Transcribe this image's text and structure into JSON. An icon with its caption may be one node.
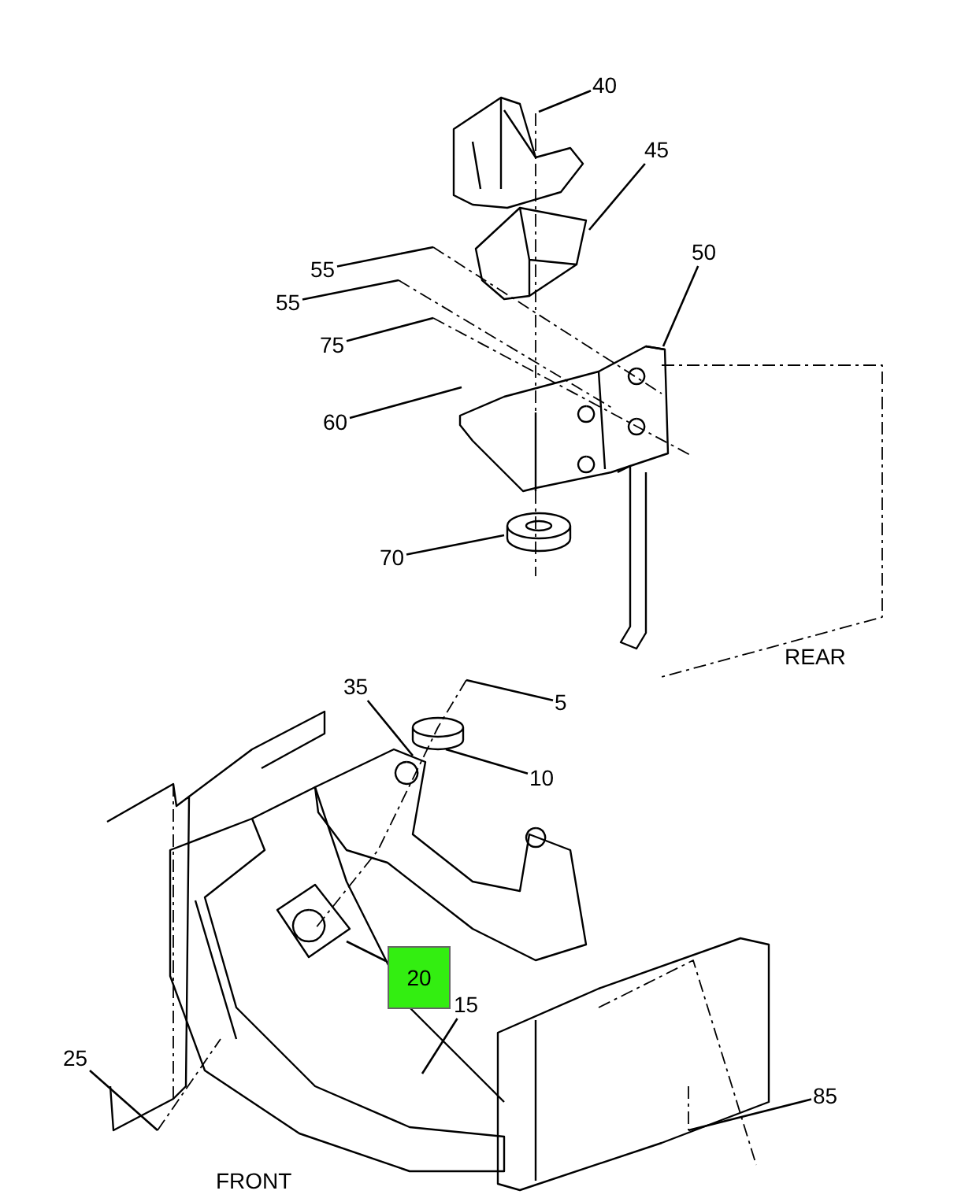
{
  "diagram": {
    "nodes": [
      {
        "text": [
          "40"
        ]
      },
      {
        "text": [
          "45"
        ]
      },
      {
        "text": [
          "55"
        ]
      },
      {
        "text": [
          "55"
        ]
      },
      {
        "text": [
          "50"
        ]
      },
      {
        "text": [
          "75"
        ]
      },
      {
        "text": [
          "60"
        ]
      },
      {
        "text": [
          "70"
        ]
      },
      {
        "text": [
          "35"
        ]
      },
      {
        "text": [
          "5"
        ]
      },
      {
        "text": [
          "10"
        ]
      },
      {
        "text": [
          "20"
        ]
      },
      {
        "text": [
          "15"
        ]
      },
      {
        "text": [
          "25"
        ]
      },
      {
        "text": [
          "85"
        ]
      }
    ],
    "edges": [
      {
        "from": 0,
        "to": null,
        "arrow": "none"
      },
      {
        "from": 1,
        "to": null,
        "arrow": "none"
      },
      {
        "from": 2,
        "to": null,
        "arrow": "none"
      },
      {
        "from": 3,
        "to": null,
        "arrow": "none"
      },
      {
        "from": 4,
        "to": null,
        "arrow": "none"
      },
      {
        "from": 5,
        "to": null,
        "arrow": "none"
      },
      {
        "from": 6,
        "to": null,
        "arrow": "none"
      },
      {
        "from": 7,
        "to": null,
        "arrow": "none"
      },
      {
        "from": 8,
        "to": null,
        "arrow": "none"
      },
      {
        "from": 9,
        "to": null,
        "arrow": "none"
      },
      {
        "from": 10,
        "to": null,
        "arrow": "none"
      },
      {
        "from": 11,
        "to": null,
        "arrow": "none"
      },
      {
        "from": 12,
        "to": null,
        "arrow": "none"
      },
      {
        "from": 13,
        "to": null,
        "arrow": "none"
      },
      {
        "from": 14,
        "to": null,
        "arrow": "none"
      }
    ],
    "labels": [
      "REAR",
      "FRONT"
    ]
  }
}
